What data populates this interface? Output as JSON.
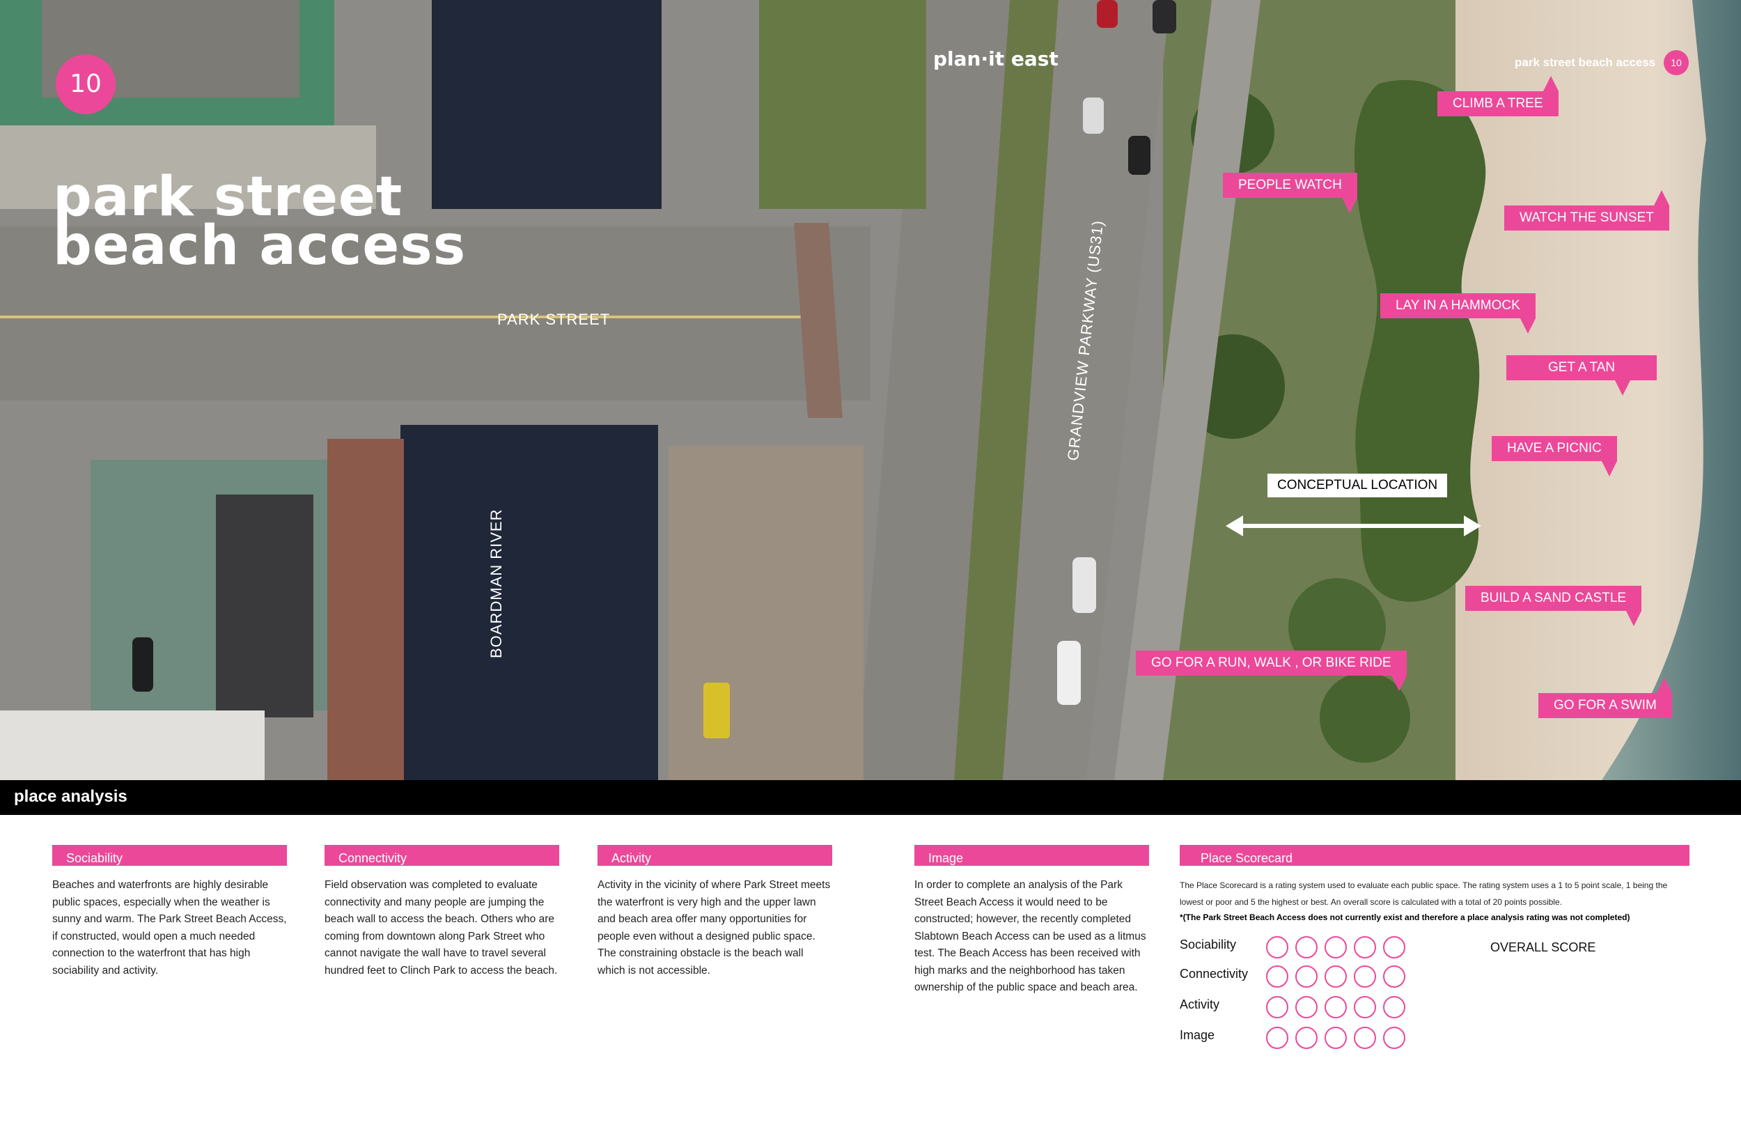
{
  "page": {
    "number": "10",
    "title_line1": "park street",
    "title_line2": "beach access",
    "brand": "plan·it east",
    "header_title": "park street beach access",
    "header_number": "10"
  },
  "map": {
    "street_labels": {
      "park_street": "PARK STREET",
      "grandview": "GRANDVIEW PARKWAY (US31)",
      "river": "BOARDMAN RIVER"
    },
    "conceptual_location": "CONCEPTUAL LOCATION",
    "activities": [
      "CLIMB A TREE",
      "PEOPLE WATCH",
      "WATCH THE SUNSET",
      "LAY IN A HAMMOCK",
      "GET A TAN",
      "HAVE A PICNIC",
      "BUILD A SAND CASTLE",
      "GO FOR A RUN, WALK , OR BIKE RIDE",
      "GO FOR A SWIM"
    ],
    "accent_color": "#ec4899"
  },
  "section_title": "place analysis",
  "columns": [
    {
      "heading": "Sociability",
      "body": "Beaches and waterfronts are highly desirable public spaces, especially when the weather is sunny and warm.  The Park Street Beach Access, if constructed, would open a much needed connection to the waterfront that has high sociability and activity."
    },
    {
      "heading": "Connectivity",
      "body": "Field observation was completed to evaluate connectivity and many people are jumping the beach wall to access the beach.  Others who are coming from downtown along Park Street who cannot navigate the wall have to travel several hundred feet to Clinch Park to access the beach."
    },
    {
      "heading": "Activity",
      "body": "Activity in the vicinity of where Park Street meets the waterfront is very high and the upper lawn and beach area offer many opportunities for people even without a designed public space.  The constraining obstacle is the beach wall which is not accessible."
    },
    {
      "heading": "Image",
      "body": "In order to complete an analysis of the Park Street Beach Access it would need to be constructed; however, the recently completed Slabtown Beach Access can be used as a litmus test.  The Beach Access has been received with high marks and the neighborhood has taken ownership of the public space and beach area."
    }
  ],
  "scorecard": {
    "heading": "Place Scorecard",
    "description": "The Place Scorecard is a rating system used to evaluate each public space.  The rating system uses a 1 to 5 point scale, 1 being the lowest or poor and 5 the highest or best.  An overall score is calculated with a total of 20 points possible.",
    "note": "*(The Park Street Beach Access does not currently exist and therefore a place analysis rating was not completed)",
    "rows": [
      "Sociability",
      "Connectivity",
      "Activity",
      "Image"
    ],
    "overall_label": "OVERALL SCORE"
  }
}
